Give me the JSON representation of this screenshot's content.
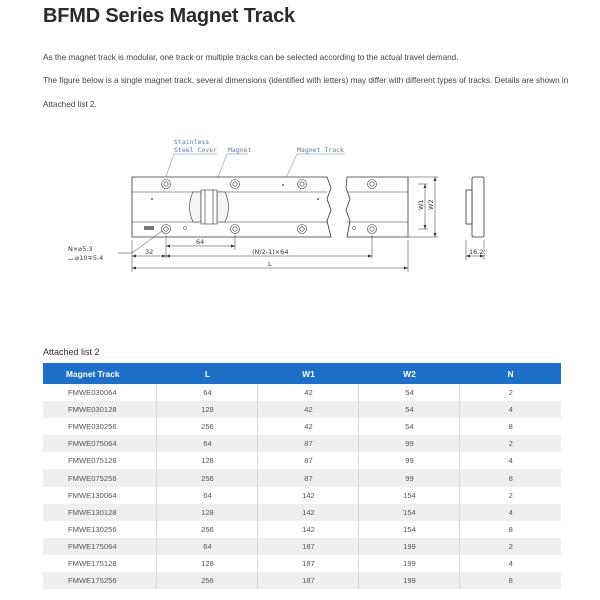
{
  "title": "BFMD Series Magnet Track",
  "paragraphs": [
    "As the magnet track is modular, one track or multiple tracks can be selected according to the actual travel demand.",
    "The figure below is a single magnet track, several dimensions (identified with letters) may differ with different types of tracks. Details are shown in",
    "Attached list 2."
  ],
  "drawing": {
    "callouts": {
      "cover_line1": "Stainless",
      "cover_line2": "Steel Cover",
      "magnet": "Magnet",
      "track": "Magnet Track"
    },
    "dims": {
      "n_hole": "N×⌀5.3",
      "cbore": "⌴ ⌀10∓5.4",
      "pitch": "64",
      "offset": "32",
      "span": "(N/2-1)×64",
      "length": "L",
      "w1": "W1",
      "w2": "W2",
      "side": "16.2"
    }
  },
  "attached_list": {
    "caption": "Attached list 2",
    "columns": [
      "Magnet Track",
      "L",
      "W1",
      "W2",
      "N"
    ],
    "rows": [
      [
        "FMWE030064",
        "64",
        "42",
        "54",
        "2"
      ],
      [
        "FMWE030128",
        "128",
        "42",
        "54",
        "4"
      ],
      [
        "FMWE030256",
        "256",
        "42",
        "54",
        "8"
      ],
      [
        "FMWE075064",
        "64",
        "87",
        "99",
        "2"
      ],
      [
        "FMWE075128",
        "128",
        "87",
        "99",
        "4"
      ],
      [
        "FMWE075256",
        "256",
        "87",
        "99",
        "8"
      ],
      [
        "FMWE130064",
        "64",
        "142",
        "154",
        "2"
      ],
      [
        "FMWE130128",
        "128",
        "142",
        "154",
        "4"
      ],
      [
        "FMWE130256",
        "256",
        "142",
        "154",
        "8"
      ],
      [
        "FMWE175064",
        "64",
        "187",
        "199",
        "2"
      ],
      [
        "FMWE175128",
        "128",
        "187",
        "199",
        "4"
      ],
      [
        "FMWE175256",
        "256",
        "187",
        "199",
        "8"
      ]
    ]
  }
}
